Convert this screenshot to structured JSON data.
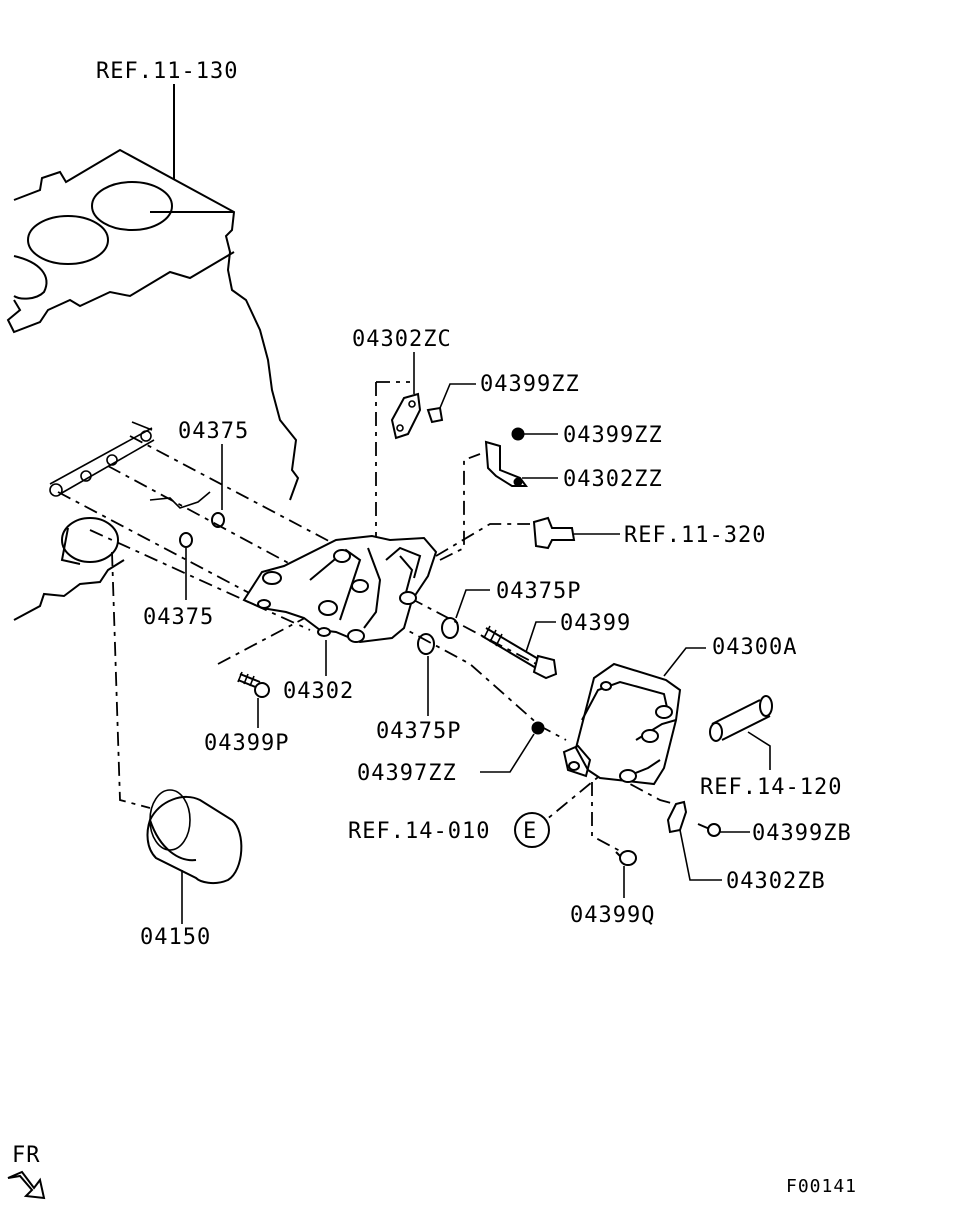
{
  "labels": {
    "ref_11_130": "REF.11-130",
    "p04302ZC": "04302ZC",
    "p04399ZZ_a": "04399ZZ",
    "p04399ZZ_b": "04399ZZ",
    "p04302ZZ": "04302ZZ",
    "ref_11_320": "REF.11-320",
    "p04375_top": "04375",
    "p04375_bottom": "04375",
    "p04375P_right": "04375P",
    "p04399": "04399",
    "p04300A": "04300A",
    "p04302": "04302",
    "p04399P": "04399P",
    "p04375P_low": "04375P",
    "p04397ZZ": "04397ZZ",
    "ref_14_120": "REF.14-120",
    "ref_14_010": "REF.14-010",
    "circle_e": "E",
    "p04399ZB": "04399ZB",
    "p04302ZB": "04302ZB",
    "p04399Q": "04399Q",
    "p04150": "04150",
    "fr": "FR",
    "figure_id": "F00141"
  },
  "icons": {
    "front_arrow": "front-direction-arrow-icon"
  }
}
